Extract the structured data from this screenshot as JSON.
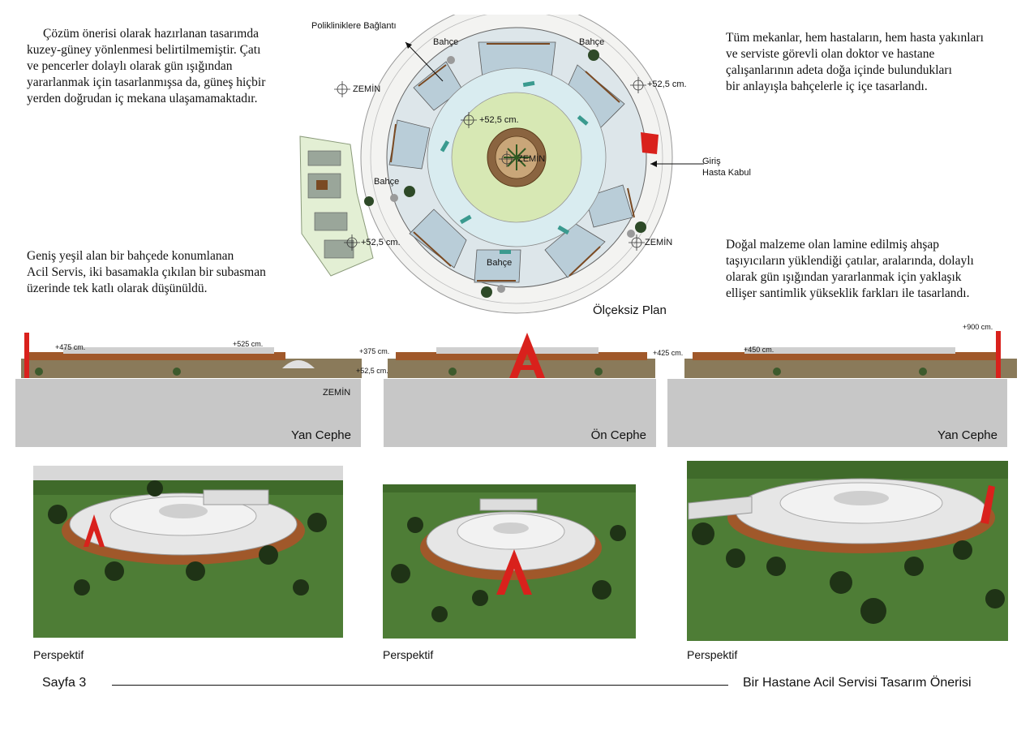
{
  "text_blocks": {
    "top_left": [
      "Çözüm önerisi olarak hazırlanan tasarımda",
      "kuzey-güney yönlenmesi belirtilmemiştir. Çatı",
      "ve pencerler dolaylı olarak gün ışığından",
      "yararlanmak için tasarlanmışsa da, güneş hiçbir",
      "yerden doğrudan iç mekana ulaşamamaktadır."
    ],
    "top_right": [
      "Tüm mekanlar, hem hastaların, hem hasta yakınları",
      "ve serviste görevli olan doktor ve hastane",
      "çalışanlarının adeta doğa içinde bulundukları",
      "bir anlayışla bahçelerle iç içe tasarlandı."
    ],
    "mid_left": [
      "Geniş yeşil alan bir bahçede konumlanan",
      "Acil Servis, iki basamakla çıkılan bir subasman",
      "üzerinde tek katlı olarak düşünüldü."
    ],
    "mid_right": [
      "Doğal malzeme olan lamine edilmiş ahşap",
      "taşıyıcıların yüklendiği çatılar, aralarında, dolaylı",
      "olarak gün ışığından yararlanmak için yaklaşık",
      "ellişer santimlik yükseklik farkları ile tasarlandı."
    ]
  },
  "plan": {
    "caption": "Ölçeksiz Plan",
    "labels": {
      "polikliniklere": "Polikliniklere Bağlantı",
      "bahce_1": "Bahçe",
      "bahce_2": "Bahçe",
      "bahce_3": "Bahçe",
      "bahce_4": "Bahçe",
      "zemin_left": "ZEMİN",
      "zemin_center": "ZEMİN",
      "zemin_right": "ZEMİN",
      "level_inner": "+52,5 cm.",
      "level_right": "+52,5 cm.",
      "level_left": "+52,5 cm.",
      "giris": "Giriş",
      "hasta_kabul": "Hasta Kabul"
    }
  },
  "elevations": {
    "levels": {
      "l475": "+475 cm.",
      "l525": "+525 cm.",
      "l375": "+375 cm.",
      "l525b": "+52,5 cm.",
      "l425": "+425 cm.",
      "l450": "+450 cm.",
      "l900": "+900 cm."
    },
    "zemin": "ZEMİN",
    "captions": {
      "left": "Yan Cephe",
      "center": "Ön Cephe",
      "right": "Yan Cephe"
    }
  },
  "perspectives": {
    "captions": [
      "Perspektif",
      "Perspektif",
      "Perspektif"
    ]
  },
  "footer": {
    "page": "Sayfa 3",
    "title": "Bir Hastane Acil Servisi Tasarım Önerisi"
  },
  "colors": {
    "accent_red": "#d9211c",
    "grass": "#4e7d36",
    "roof": "#e6e6e6",
    "wood": "#a0582a",
    "ground": "#c7c7c7",
    "plan_room": "#b9cdd8",
    "plan_corridor": "#d9ecf0",
    "plan_court": "#d7e8b4"
  }
}
